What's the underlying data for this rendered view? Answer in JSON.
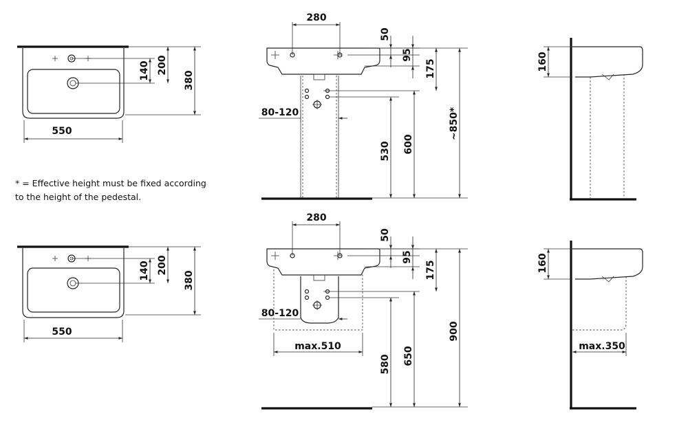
{
  "note": {
    "line1": "* = Effective height must be fixed according",
    "line2": "to the height of the pedestal."
  },
  "top_row": {
    "plan": {
      "width": "550",
      "depth": "380",
      "bowl_to_hole": "140",
      "back_to_hole": "200"
    },
    "front": {
      "tap_spacing": "280",
      "top_50": "50",
      "top_95": "95",
      "top_175": "175",
      "waste_range": "80-120",
      "h530": "530",
      "h600": "600",
      "h850": "~850*"
    },
    "side": {
      "depth_160": "160"
    }
  },
  "bottom_row": {
    "plan": {
      "width": "550",
      "depth": "380",
      "bowl_to_hole": "140",
      "back_to_hole": "200"
    },
    "front": {
      "tap_spacing": "280",
      "top_50": "50",
      "top_95": "95",
      "top_175": "175",
      "waste_range": "80-120",
      "max_width": "max.510",
      "h580": "580",
      "h650": "650",
      "h900": "900"
    },
    "side": {
      "depth_160": "160",
      "max_depth": "max.350"
    }
  }
}
